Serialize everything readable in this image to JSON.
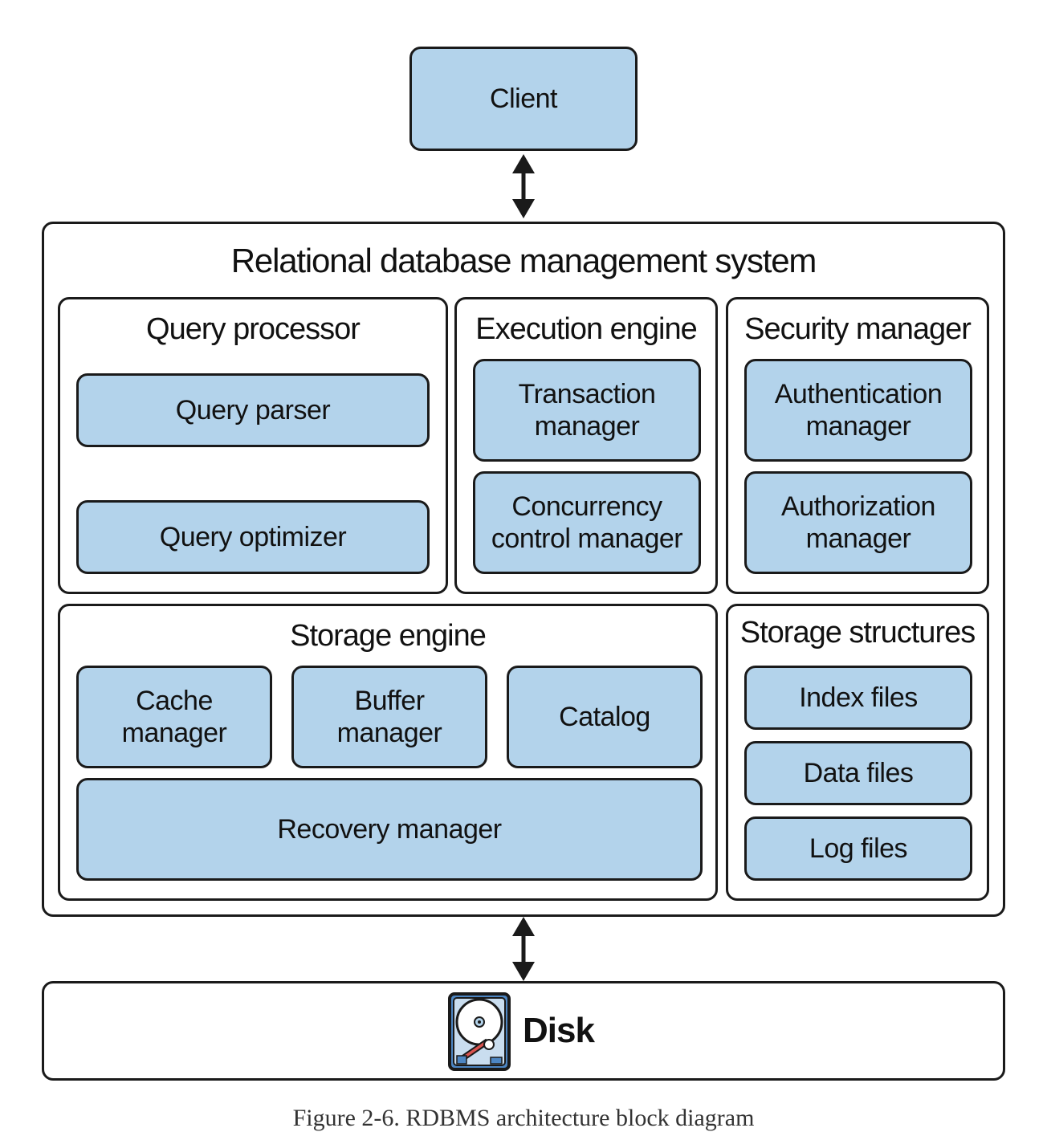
{
  "client": {
    "label": "Client"
  },
  "rdbms": {
    "title": "Relational database management system",
    "query_processor": {
      "title": "Query processor",
      "items": [
        "Query parser",
        "Query optimizer"
      ]
    },
    "execution_engine": {
      "title": "Execution engine",
      "items": [
        "Transaction\nmanager",
        "Concurrency\ncontrol manager"
      ]
    },
    "security_manager": {
      "title": "Security manager",
      "items": [
        "Authentication\nmanager",
        "Authorization\nmanager"
      ]
    },
    "storage_engine": {
      "title": "Storage engine",
      "items": [
        "Cache\nmanager",
        "Buffer\nmanager",
        "Catalog"
      ],
      "recovery": "Recovery manager"
    },
    "storage_structures": {
      "title": "Storage structures",
      "items": [
        "Index files",
        "Data files",
        "Log files"
      ]
    }
  },
  "disk": {
    "label": "Disk",
    "icon": "hard-disk-icon"
  },
  "caption": "Figure 2-6. RDBMS architecture block diagram",
  "colors": {
    "component_fill": "#b3d3eb",
    "border": "#1a1a1a"
  }
}
